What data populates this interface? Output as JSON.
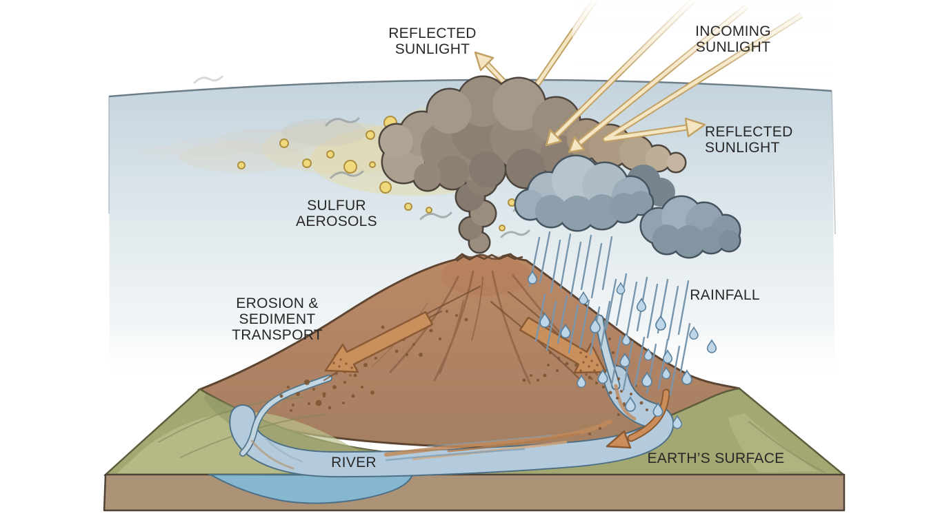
{
  "title": "Volcano climate and erosion process diagram",
  "labels": {
    "reflected_sunlight_top": {
      "line1": "REFLECTED",
      "line2": "SUNLIGHT"
    },
    "incoming_sunlight": {
      "line1": "INCOMING",
      "line2": "SUNLIGHT"
    },
    "reflected_sunlight_right": {
      "line1": "REFLECTED",
      "line2": "SUNLIGHT"
    },
    "sulfur_aerosols": {
      "line1": "SULFUR",
      "line2": "AEROSOLS"
    },
    "erosion": {
      "line1": "EROSION &",
      "line2": "SEDIMENT",
      "line3": "TRANSPORT"
    },
    "rainfall": {
      "text": "RAINFALL"
    },
    "river": {
      "text": "RIVER"
    },
    "earths_surface": {
      "text": "EARTH’S SURFACE"
    }
  },
  "colors": {
    "background": "#ffffff",
    "sky_top": "#c3d3dd",
    "sky_edge_line": "#6e7e89",
    "sunbeam_fill": "#f4e5c3",
    "sunbeam_outline": "#c2a165",
    "ash_plume_dark": "#857a6e",
    "ash_plume_light": "#b1a291",
    "aerosol_yellow": "#f0d87c",
    "aerosol_outline": "#ad8f3f",
    "aerosol_haze": "#ead89b",
    "rain_cloud": "#9dadb9",
    "rain_cloud_outline": "#46545f",
    "rain_streak": "#7796ad",
    "raindrop_fill": "#bdd7e9",
    "volcano_brown": "#b5835f",
    "volcano_streak": "#7b4f35",
    "erosion_arrow": "#c98f5c",
    "erosion_arrow_outline": "#8a5a33",
    "sediment_dot": "#7d5634",
    "green_surface": "#a3a873",
    "green_outline": "#5d5c3c",
    "soil_face": "#ac9277",
    "soil_outline": "#4f4337",
    "river_water": "#b3cbdc",
    "river_outline": "#51758c",
    "pool_water": "#85b7d0",
    "label_text": "#272727"
  }
}
